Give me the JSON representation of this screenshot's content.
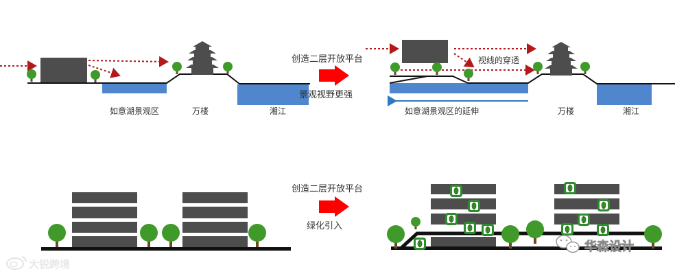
{
  "top_diagram": {
    "before_labels": {
      "lake": "如意湖景观区",
      "tower": "万楼",
      "river": "湘江"
    },
    "caption_top": "创造二层开放平台",
    "caption_bottom": "景观视野更强",
    "after_labels": {
      "view": "视线的穿透",
      "lake_ext": "如意湖景观区的延伸",
      "tower": "万楼",
      "river": "湘江"
    }
  },
  "bottom_diagram": {
    "caption_top": "创造二层开放平台",
    "caption_bottom": "绿化引入"
  },
  "watermarks": {
    "left": "大锐跨境",
    "right": "华森设计"
  },
  "colors": {
    "water": "#4f86cd",
    "building": "#4d4d4d",
    "tree": "#3f9a2a",
    "sight_line": "#b3181d",
    "arrow": "#ff0000",
    "extension_arrow": "#2e79c0",
    "planter": "#2e8b2e"
  },
  "icons": [
    "weibo-icon",
    "wechat-icon",
    "leaf-icon"
  ]
}
